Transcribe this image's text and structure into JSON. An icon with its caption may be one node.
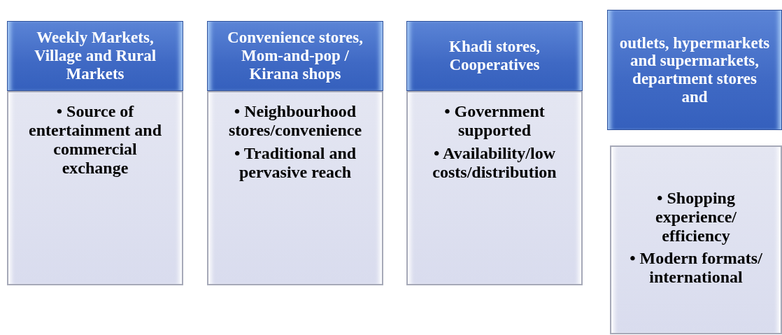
{
  "diagram": {
    "nodes": [
      {
        "text": [
          "Weekly Markets, Village and Rural Markets"
        ]
      },
      {
        "text": [
          "• Source of entertainment and commercial exchange"
        ]
      },
      {
        "text": [
          "Convenience stores, Mom-and-pop / Kirana shops"
        ]
      },
      {
        "text": [
          "• Neighbourhood stores/convenience",
          "• Traditional and pervasive reach"
        ]
      },
      {
        "text": [
          "Khadi stores, Cooperatives"
        ]
      },
      {
        "text": [
          "• Government supported",
          "• Availability/low costs/distribution"
        ]
      },
      {
        "text": [
          "outlets, hypermarkets and supermarkets, department stores and"
        ]
      },
      {
        "text": [
          "• Shopping experience/ efficiency",
          "• Modern formats/ international"
        ]
      }
    ]
  }
}
